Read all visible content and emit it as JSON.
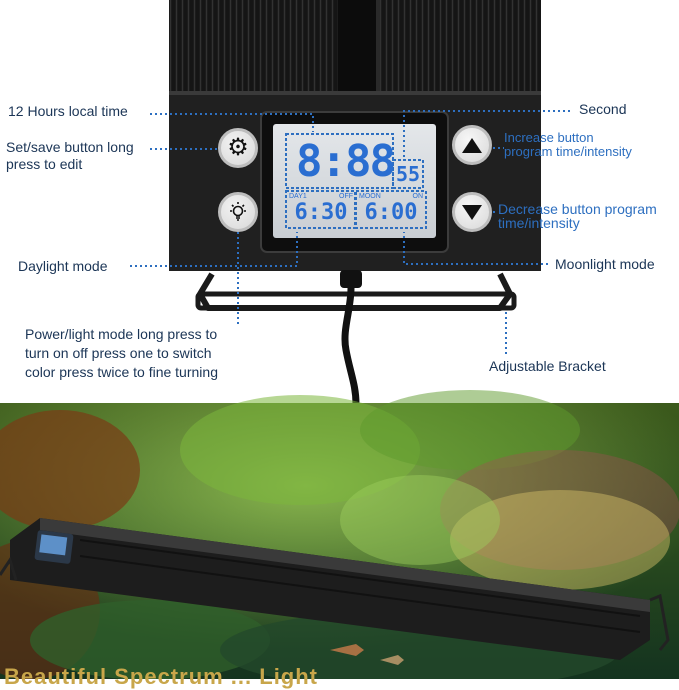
{
  "labels": {
    "local_time": "12 Hours local time",
    "set_save_line1": "Set/save button long",
    "set_save_line2": "press to edit",
    "daylight_mode": "Daylight mode",
    "power_mode_line1": "Power/light mode long press to",
    "power_mode_line2": "turn on off press one to switch",
    "power_mode_line3": "color press twice to fine turning",
    "second": "Second",
    "increase_line1": "Increase button",
    "increase_line2": "program time/intensity",
    "decrease_line1": "Decrease button program",
    "decrease_line2": "time/intensity",
    "moonlight_mode": "Moonlight mode",
    "adjustable_bracket": "Adjustable Bracket"
  },
  "display": {
    "clock_digits": "8:88",
    "seconds_digits": "55",
    "day_label_a": "DAY1",
    "day_label_b": "OFF",
    "moon_label_a": "MOON",
    "moon_label_b": "ON",
    "day_time": "6:30",
    "moon_time": "6:00"
  },
  "overlay_caption": "Beautiful Spectrum ... Light",
  "icons": {
    "settings": "gear-icon",
    "light_mode": "lightbulb-icon",
    "increase": "arrow-up-icon",
    "decrease": "arrow-down-icon"
  },
  "colors": {
    "callout_line": "#2d6fc0",
    "label_text": "#1b3556",
    "lcd_digits": "#2a6ed1",
    "device_body": "#1e1e1e"
  }
}
